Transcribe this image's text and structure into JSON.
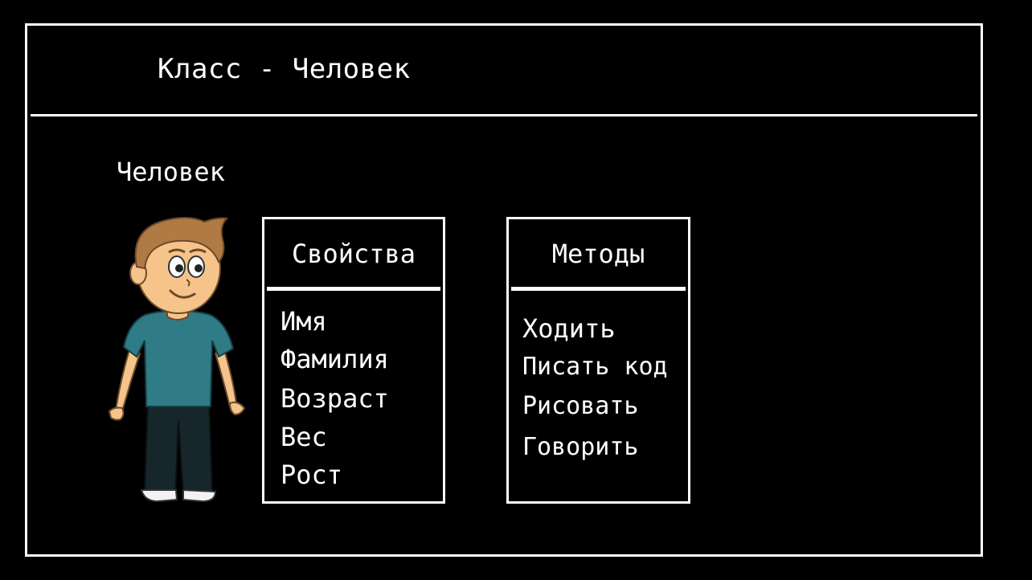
{
  "title": "Класс - Человек",
  "object_label": "Человек",
  "properties": {
    "header": "Свойства",
    "items": [
      "Имя",
      "Фамилия",
      "Возраст",
      "Вес",
      "Рост"
    ]
  },
  "methods": {
    "header": "Методы",
    "items": [
      "Ходить",
      "Писать код",
      "Рисовать",
      "Говорить"
    ]
  },
  "colors": {
    "background": "#000000",
    "foreground": "#ffffff",
    "shirt": "#2f7b86",
    "hair": "#b07a45",
    "skin": "#f6c48a",
    "pants": "#17262a"
  },
  "icons": {
    "person": "boy-cartoon-illustration"
  }
}
